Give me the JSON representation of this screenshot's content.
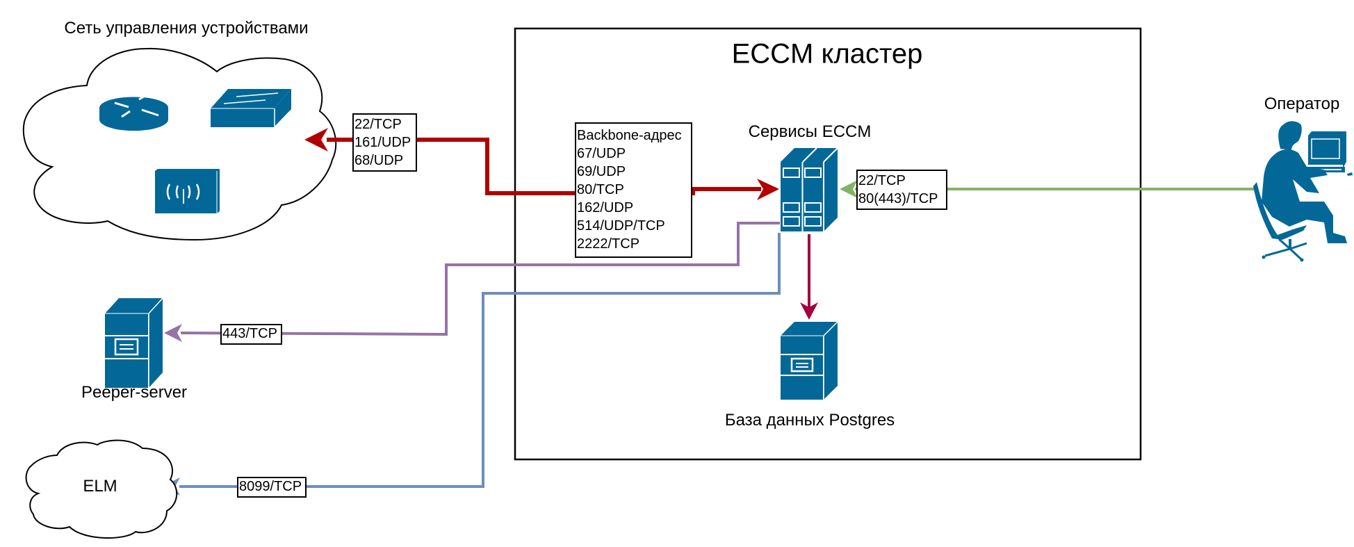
{
  "diagram": {
    "title": "ECCM кластер",
    "colors": {
      "icon": "#036897",
      "device_link": "#B20000",
      "db_link": "#A20040",
      "peeper_link": "#9673A6",
      "elm_link": "#6C8EBF",
      "operator_link": "#82B366",
      "outline": "#000000"
    },
    "nodes": {
      "device_network": {
        "label": "Сеть управления устройствами",
        "shape": "cloud",
        "icons": [
          "router-icon",
          "switch-icon",
          "wireless-access-point-icon"
        ]
      },
      "eccm_services": {
        "label": "Сервисы ECCM",
        "icon": "server-rack-icon"
      },
      "postgres_db": {
        "label": "База данных Postgres",
        "icon": "server-icon"
      },
      "peeper_server": {
        "label": "Peeper-server",
        "icon": "server-icon"
      },
      "elm": {
        "label": "ELM",
        "shape": "cloud"
      },
      "operator": {
        "label": "Оператор",
        "icon": "operator-workstation-icon"
      }
    },
    "links": [
      {
        "id": "services-to-devices",
        "from": "Сервисы ECCM",
        "to": "Сеть управления устройствами",
        "ports": [
          "22/TCP",
          "161/UDP",
          "68/UDP"
        ]
      },
      {
        "id": "devices-to-services",
        "from": "Сеть управления устройствами",
        "to": "Сервисы ECCM",
        "ports": [
          "Backbone-адрес",
          "67/UDP",
          "69/UDP",
          "80/TCP",
          "162/UDP",
          "514/UDP/TCP",
          "2222/TCP"
        ]
      },
      {
        "id": "operator-to-services",
        "from": "Оператор",
        "to": "Сервисы ECCM",
        "ports": [
          "22/TCP",
          "80(443)/TCP"
        ]
      },
      {
        "id": "services-to-db",
        "from": "Сервисы ECCM",
        "to": "База данных Postgres",
        "ports": []
      },
      {
        "id": "services-to-peeper",
        "from": "Сервисы ECCM",
        "to": "Peeper-server",
        "ports": [
          "443/TCP"
        ]
      },
      {
        "id": "services-to-elm",
        "from": "Сервисы ECCM",
        "to": "ELM",
        "ports": [
          "8099/TCP"
        ]
      }
    ]
  }
}
